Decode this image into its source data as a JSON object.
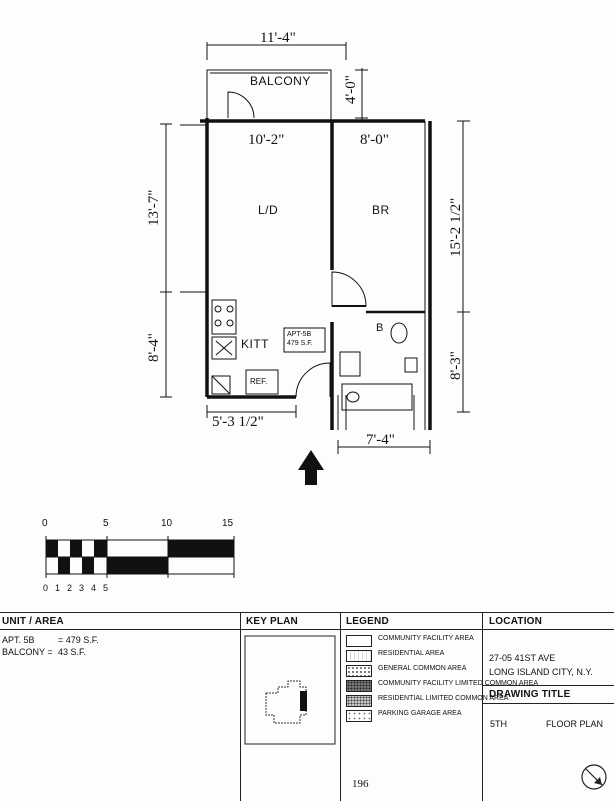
{
  "plan": {
    "dimensions": {
      "balcony_width": "11'-4\"",
      "balcony_depth": "4'-0\"",
      "living_width": "10'-2\"",
      "bedroom_width": "8'-0\"",
      "living_depth": "13'-7\"",
      "bedroom_depth": "15'-2 1/2\"",
      "kitchen_depth": "8'-4\"",
      "bath_depth": "8'-3\"",
      "kitchen_width": "5'-3 1/2\"",
      "bath_width": "7'-4\""
    },
    "rooms": {
      "balcony": "BALCONY",
      "living_dining": "L/D",
      "bedroom": "BR",
      "kitchen": "KITT",
      "bath": "B",
      "refrigerator": "REF."
    },
    "unit_tag": {
      "line1": "APT-5B",
      "line2": "479 S.F."
    }
  },
  "scale_bar": {
    "major_ticks": [
      "0",
      "5",
      "10",
      "15"
    ],
    "minor_ticks": [
      "0",
      "1",
      "2",
      "3",
      "4",
      "5"
    ]
  },
  "title_block": {
    "unit_area": {
      "header": "UNIT / AREA",
      "apt_label": "APT. 5B",
      "apt_value": "= 479 S.F.",
      "balcony_label": "BALCONY =",
      "balcony_value": "43 S.F."
    },
    "key_plan": {
      "header": "KEY PLAN"
    },
    "legend": {
      "header": "LEGEND",
      "items": [
        {
          "label": "COMMUNITY FACILITY AREA",
          "pattern": "plain"
        },
        {
          "label": "RESIDENTIAL AREA",
          "pattern": "light"
        },
        {
          "label": "GENERAL COMMON AREA",
          "pattern": "dots"
        },
        {
          "label": "COMMUNITY FACILITY LIMITED COMMON AREA",
          "pattern": "dense"
        },
        {
          "label": "RESIDENTIAL LIMITED COMMON AREA",
          "pattern": "medium"
        },
        {
          "label": "PARKING GARAGE AREA",
          "pattern": "sparse"
        }
      ]
    },
    "location": {
      "header": "LOCATION",
      "address1": "27-05 41ST AVE",
      "address2": "LONG ISLAND CITY, N.Y."
    },
    "drawing_title": {
      "header": "DRAWING TITLE",
      "floor": "5TH",
      "name": "FLOOR PLAN"
    },
    "page_number": "196"
  }
}
